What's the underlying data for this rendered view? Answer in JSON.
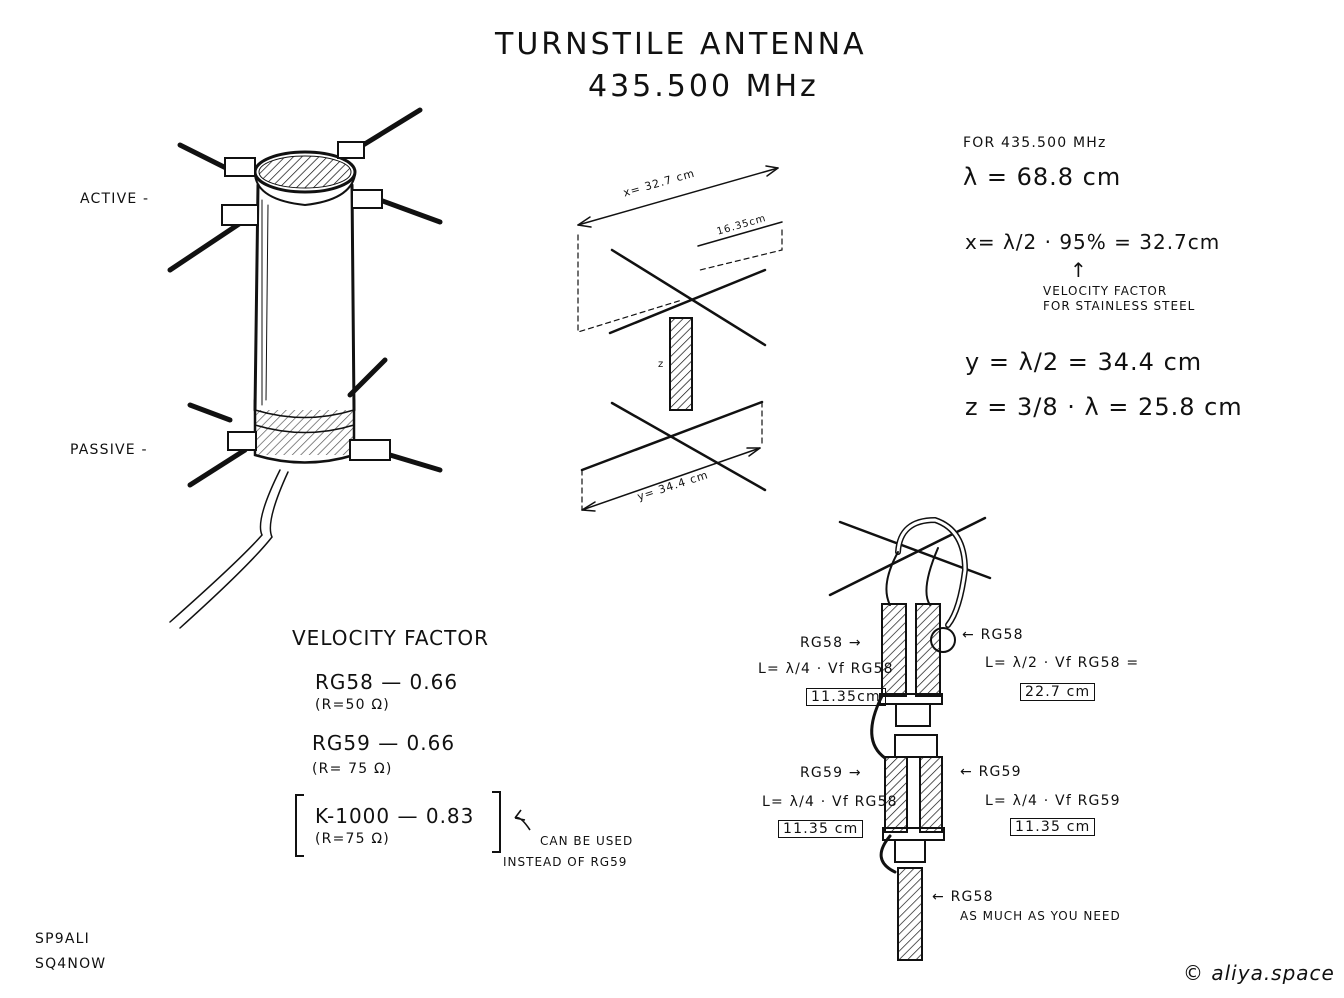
{
  "title": {
    "line1": "TURNSTILE ANTENNA",
    "line2": "435.500 MHz"
  },
  "antenna_sketch": {
    "active_label": "ACTIVE -",
    "passive_label": "PASSIVE -"
  },
  "geometry": {
    "x_label": "x= 32.7 cm",
    "half_label": "16.35cm",
    "z_label": "z",
    "y_label": "y= 34.4 cm"
  },
  "calc": {
    "for": "FOR 435.500 MHz",
    "lambda": "λ = 68.8 cm",
    "x": "x= λ/2 · 95% = 32.7cm",
    "arrow": "↑",
    "vf_note_1": "VELOCITY FACTOR",
    "vf_note_2": "FOR STAINLESS STEEL",
    "y": "y = λ/2 = 34.4 cm",
    "z": "z = 3/8 · λ =  25.8 cm"
  },
  "velocity": {
    "title": "VELOCITY FACTOR",
    "rg58": "RG58 — 0.66",
    "rg58_r": "(R=50 Ω)",
    "rg59": "RG59 — 0.66",
    "rg59_r": "(R= 75 Ω)",
    "k1000": "K-1000 — 0.83",
    "k1000_r": "(R=75 Ω)",
    "note_1": "CAN BE USED",
    "note_2": "INSTEAD OF RG59"
  },
  "feed": {
    "l1_name": "RG58 →",
    "l1_formula": "L= λ/4 · Vf RG58",
    "l1_value": "11.35cm",
    "r1_name": "← RG58",
    "r1_formula": "L= λ/2 · Vf RG58 =",
    "r1_value": "22.7 cm",
    "l2_name": "RG59 →",
    "l2_formula": "L= λ/4 · Vf RG58",
    "l2_value": "11.35 cm",
    "r2_name": "← RG59",
    "r2_formula": "L= λ/4 · Vf RG59",
    "r2_value": "11.35 cm",
    "bottom_name": "← RG58",
    "bottom_note": "AS MUCH AS YOU NEED"
  },
  "callsigns": [
    "SP9ALI",
    "SQ4NOW"
  ],
  "credit": "© aliya.space"
}
